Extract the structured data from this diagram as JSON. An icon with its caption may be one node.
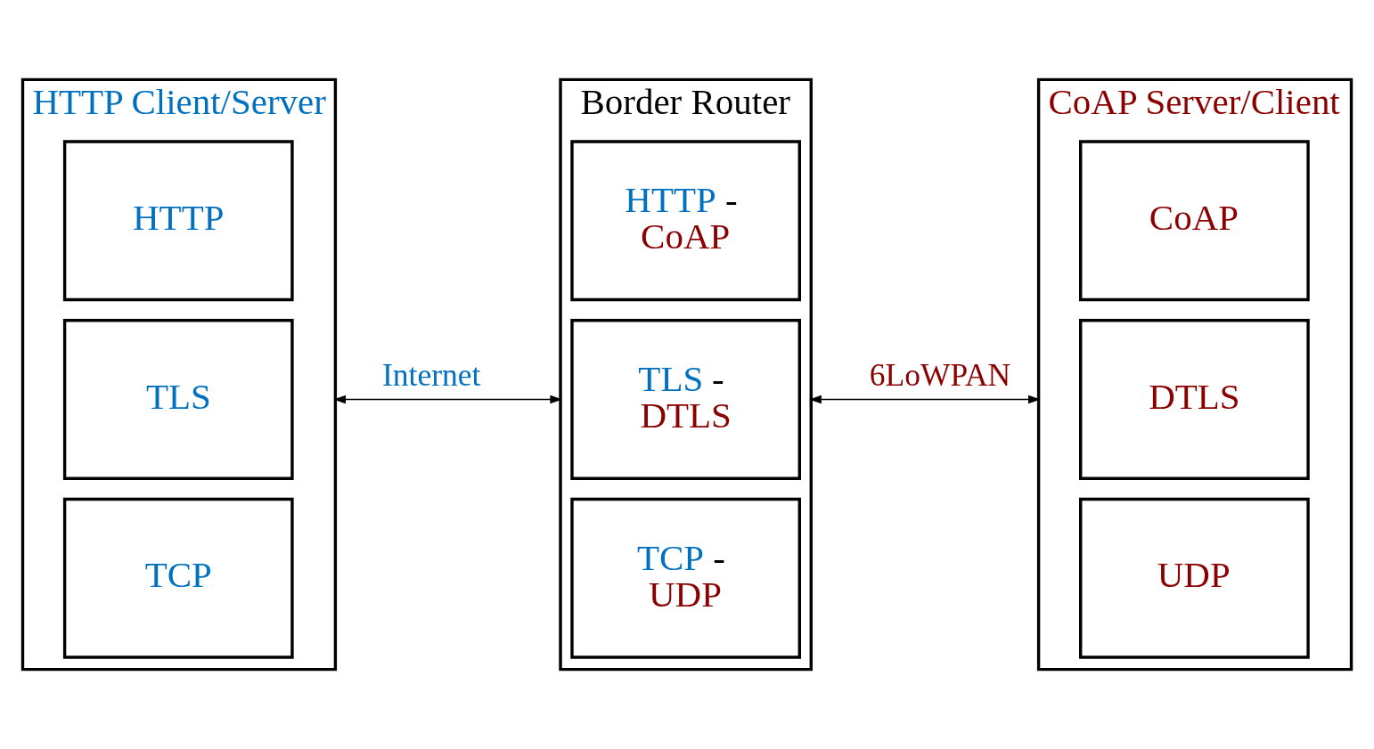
{
  "diagram": {
    "nodes": [
      {
        "text": [
          "HTTP Client/Server"
        ]
      },
      {
        "text": [
          "HTTP"
        ],
        "in": 0
      },
      {
        "text": [
          "TLS"
        ],
        "in": 0
      },
      {
        "text": [
          "TCP"
        ],
        "in": 0
      },
      {
        "text": [
          "Border Router"
        ]
      },
      {
        "text": [
          "HTTP - CoAP"
        ],
        "in": 4
      },
      {
        "text": [
          "TLS - DTLS"
        ],
        "in": 4
      },
      {
        "text": [
          "TCP - UDP"
        ],
        "in": 4
      },
      {
        "text": [
          "CoAP Server/Client"
        ]
      },
      {
        "text": [
          "CoAP"
        ],
        "in": 8
      },
      {
        "text": [
          "DTLS"
        ],
        "in": 8
      },
      {
        "text": [
          "UDP"
        ],
        "in": 8
      }
    ],
    "edges": [
      {
        "from": 0,
        "to": 4,
        "arrow": "both",
        "label": "Internet"
      },
      {
        "from": 4,
        "to": 8,
        "arrow": "both",
        "label": "6LoWPAN"
      }
    ]
  }
}
